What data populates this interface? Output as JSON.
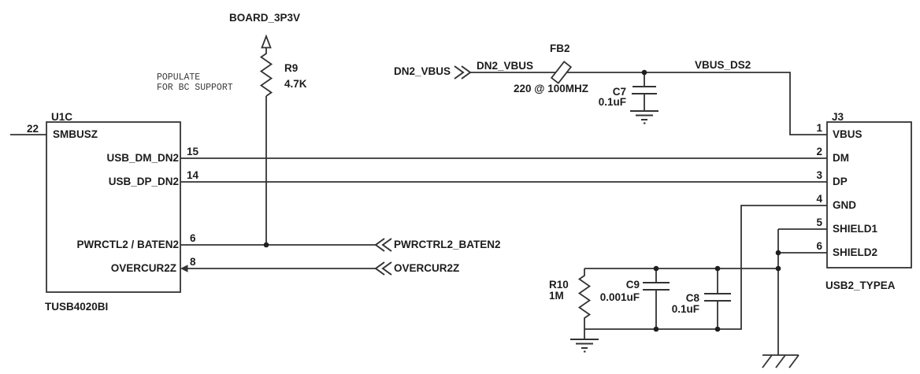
{
  "schematic": {
    "power_net": "BOARD_3P3V",
    "note": {
      "line1": "POPULATE",
      "line2": "FOR BC SUPPORT"
    },
    "ic": {
      "refdes": "U1C",
      "part": "TUSB4020BI",
      "pins": [
        {
          "num": "22",
          "name": "SMBUSZ"
        },
        {
          "num": "15",
          "name": "USB_DM_DN2"
        },
        {
          "num": "14",
          "name": "USB_DP_DN2"
        },
        {
          "num": "6",
          "name": "PWRCTL2 / BATEN2"
        },
        {
          "num": "8",
          "name": "OVERCUR2Z"
        }
      ]
    },
    "connector": {
      "refdes": "J3",
      "part": "USB2_TYPEA",
      "pins": [
        {
          "num": "1",
          "name": "VBUS"
        },
        {
          "num": "2",
          "name": "DM"
        },
        {
          "num": "3",
          "name": "DP"
        },
        {
          "num": "4",
          "name": "GND"
        },
        {
          "num": "5",
          "name": "SHIELD1"
        },
        {
          "num": "6",
          "name": "SHIELD2"
        }
      ]
    },
    "resistors": [
      {
        "refdes": "R9",
        "value": "4.7K"
      },
      {
        "refdes": "R10",
        "value": "1M"
      }
    ],
    "capacitors": [
      {
        "refdes": "C7",
        "value": "0.1uF"
      },
      {
        "refdes": "C9",
        "value": "0.001uF"
      },
      {
        "refdes": "C8",
        "value": "0.1uF"
      }
    ],
    "ferrite": {
      "refdes": "FB2",
      "value": "220 @ 100MHZ"
    },
    "ports": {
      "dn2_vbus": "DN2_VBUS",
      "pwrctrl2_baten2": "PWRCTRL2_BATEN2",
      "overcur2z": "OVERCUR2Z"
    },
    "net_labels": {
      "dn2_vbus": "DN2_VBUS",
      "vbus_ds2": "VBUS_DS2",
      "usb_dm_dn2": "USB_DM_DN2",
      "usb_dp_dn2": "USB_DP_DN2"
    },
    "colors": {
      "wire": "#333333",
      "text": "#1c1c1c",
      "background": "#ffffff"
    }
  }
}
